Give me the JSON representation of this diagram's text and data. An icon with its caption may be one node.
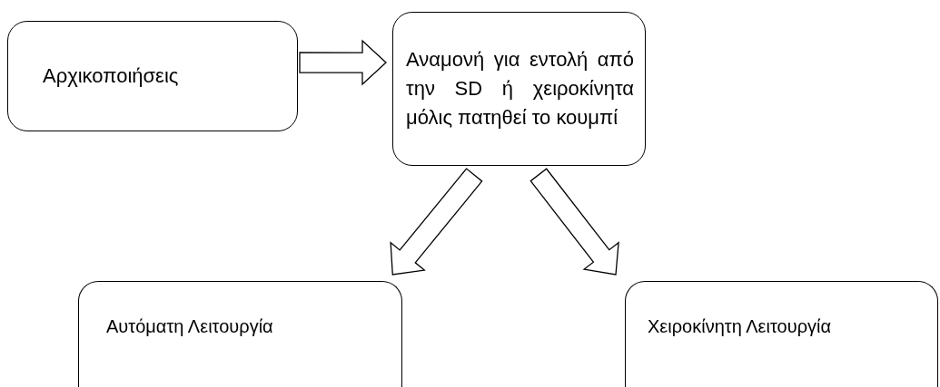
{
  "diagram": {
    "nodes": [
      {
        "text": [
          "Αρχικοποιήσεις"
        ]
      },
      {
        "text": [
          "Αναμονή για εντολή από την SD ή χειροκίνητα μόλις πατηθεί το κουμπί"
        ]
      },
      {
        "text": [
          "Αυτόματη Λειτουργία"
        ]
      },
      {
        "text": [
          "Χειροκίνητη Λειτουργία"
        ]
      }
    ],
    "edges": [
      {
        "from": 0,
        "to": 1,
        "arrow": "to"
      },
      {
        "from": 1,
        "to": 2,
        "arrow": "to"
      },
      {
        "from": 1,
        "to": 3,
        "arrow": "to"
      }
    ]
  }
}
